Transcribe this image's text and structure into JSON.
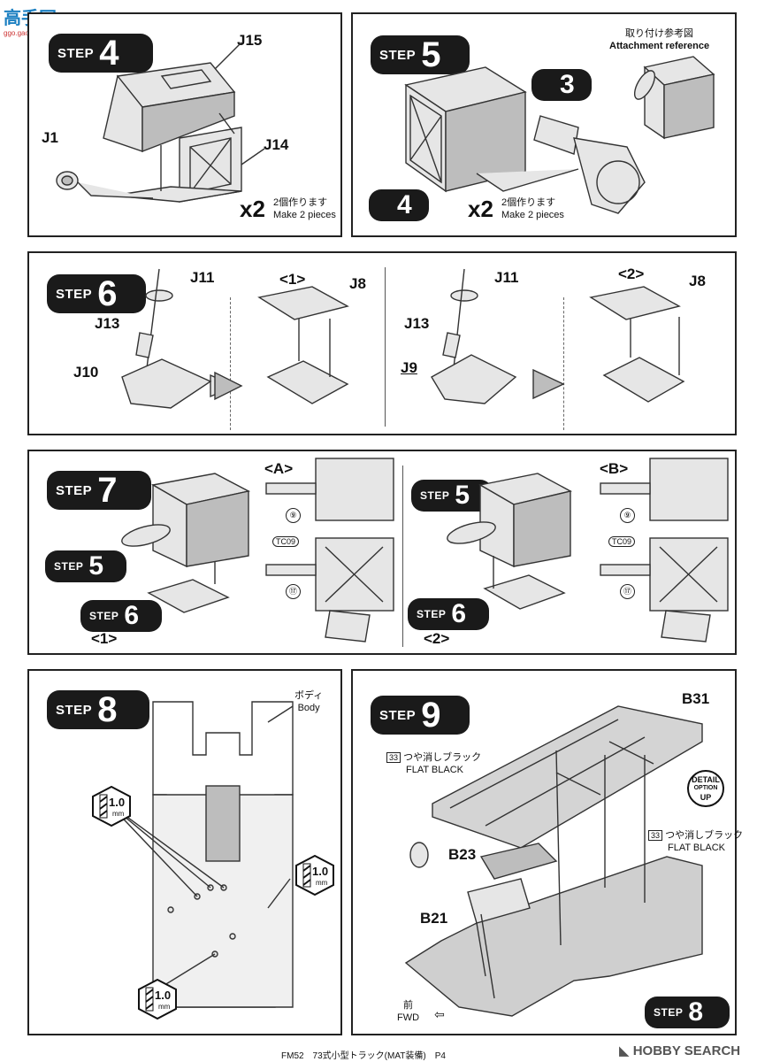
{
  "header": {
    "logo_main": "高手网",
    "logo_url": "ggo.gaoshou.com"
  },
  "step4": {
    "word": "STEP",
    "num": "4",
    "parts": [
      "J15",
      "J1",
      "J14"
    ],
    "times": "x2",
    "jp": "2個作ります",
    "en": "Make 2 pieces"
  },
  "step5": {
    "word": "STEP",
    "num": "5",
    "ref_jp": "取り付け参考図",
    "ref_en": "Attachment reference",
    "sub_a": "3",
    "sub_b": "4",
    "times": "x2",
    "jp": "2個作ります",
    "en": "Make 2 pieces"
  },
  "step6": {
    "word": "STEP",
    "num": "6",
    "left_parts": [
      "J11",
      "J13",
      "J10",
      "J8"
    ],
    "right_parts": [
      "J11",
      "J13",
      "J9",
      "J8"
    ],
    "tag1": "<1>",
    "tag2": "<2>"
  },
  "step7": {
    "word": "STEP",
    "num": "7",
    "sub5": "5",
    "sub6": "6",
    "tag_a": "<A>",
    "tag_b": "<B>",
    "tag1": "<1>",
    "tag2": "<2>",
    "c9": "⑨",
    "c17": "⑰",
    "tc": "TC09"
  },
  "step8": {
    "word": "STEP",
    "num": "8",
    "body_jp": "ボディ",
    "body_en": "Body",
    "drill": "1.0",
    "unit": "mm"
  },
  "step9": {
    "word": "STEP",
    "num": "9",
    "parts": [
      "B31",
      "B23",
      "B21"
    ],
    "paint_no": "33",
    "paint_jp": "つや消しブラック",
    "paint_en": "FLAT BLACK",
    "detail_1": "DETAIL",
    "detail_2": "OPTION",
    "detail_3": "UP",
    "fwd_jp": "前",
    "fwd_en": "FWD",
    "sub8": "8"
  },
  "footer": {
    "text": "FM52　73式小型トラック(MAT装備)　P4",
    "watermark": "HOBBY SEARCH"
  }
}
